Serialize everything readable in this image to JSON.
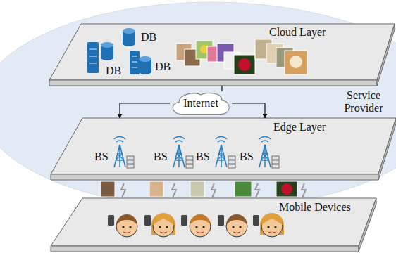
{
  "diagram": {
    "nodes": [
      {
        "text": [
          "Service Provider"
        ]
      },
      {
        "text": [
          "Cloud Layer"
        ],
        "in": 0
      },
      {
        "text": [
          "Internet"
        ],
        "in": 0
      },
      {
        "text": [
          "Edge Layer"
        ],
        "in": 0
      },
      {
        "text": [
          "Mobile Devices"
        ]
      }
    ],
    "edges": [
      {
        "from": 1,
        "to": 2,
        "arrow": "none"
      },
      {
        "from": 2,
        "to": 3,
        "arrow": "to"
      },
      {
        "from": 2,
        "to": 3,
        "arrow": "to"
      }
    ],
    "labels": [
      "DB",
      "DB",
      "DB",
      "BS",
      "BS",
      "BS",
      "BS"
    ]
  }
}
